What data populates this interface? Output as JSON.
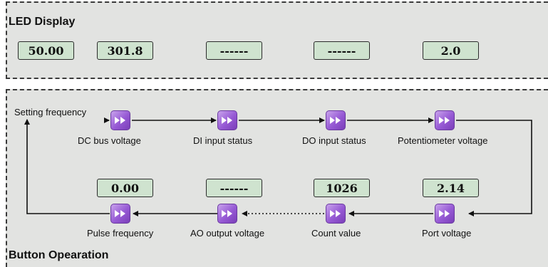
{
  "led_panel": {
    "title": "LED Display",
    "values": [
      "50.00",
      "301.8",
      "------",
      "------",
      "2.0"
    ]
  },
  "button_panel": {
    "title": "Button Opearation",
    "start_label": "Setting frequency",
    "top_row": [
      "DC bus voltage",
      "DI input status",
      "DO input status",
      "Potentiometer voltage"
    ],
    "bottom_row": [
      "Pulse frequency",
      "AO output voltage",
      "Count value",
      "Port voltage"
    ],
    "bottom_leds": [
      "0.00",
      "------",
      "1026",
      "2.14"
    ]
  },
  "colors": {
    "panel_bg": "#e2e3e1",
    "led_bg": "#cfe3cf",
    "button_purple": "#9659d4"
  },
  "icons": {
    "shift_button": "double-right-arrow-icon"
  }
}
